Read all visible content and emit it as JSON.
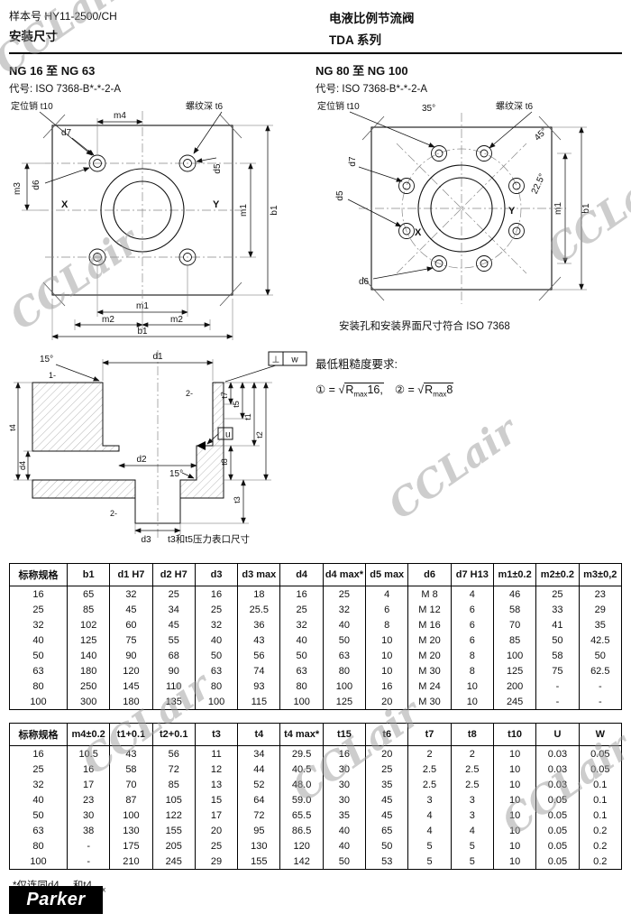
{
  "header": {
    "catalog": "样本号 HY11-2500/CH",
    "page_title": "安装尺寸",
    "product": "电液比例节流阀",
    "series": "TDA 系列"
  },
  "flange_small": {
    "ng_title": "NG 16 至 NG 63",
    "code": "代号: ISO 7368-B*-*-2-A",
    "pin": "定位销 t10",
    "thread": "螺纹深 t6",
    "m4": "m4",
    "d7": "d7",
    "m3": "m3",
    "d6": "d6",
    "d5": "d5",
    "x": "X",
    "y": "Y",
    "m1v": "m1",
    "b1v": "b1",
    "m1h": "m1",
    "m2l": "m2",
    "m2r": "m2",
    "b1h": "b1"
  },
  "flange_large": {
    "ng_title": "NG 80 至 NG 100",
    "code": "代号: ISO 7368-B*-*-2-A",
    "pin": "定位销 t10",
    "thread": "螺纹深 t6",
    "a35": "35°",
    "a45": "45°",
    "a225": "22.5°",
    "d7": "d7",
    "d5": "d5",
    "d6": "d6",
    "x": "X",
    "y": "Y",
    "m1v": "m1",
    "b1v": "b1",
    "iso_note": "安装孔和安装界面尺寸符合 ISO 7368"
  },
  "section": {
    "a15a": "15°",
    "a15b": "15°",
    "d1": "d1",
    "d2": "d2",
    "d3": "d3",
    "d4": "d4",
    "t1": "t1",
    "t2": "t2",
    "t3": "t3",
    "t4": "t4",
    "t5": "t5",
    "t7": "t7",
    "t8": "t8",
    "u": "u",
    "w": "w",
    "perp": "⊥",
    "mark1": "1-",
    "mark2a": "2-",
    "mark2b": "2-",
    "caption": "t3和t5压力表口尺寸"
  },
  "roughness": {
    "title": "最低粗糙度要求:",
    "f1_pre": "① = √",
    "f1_rad": "R",
    "f1_sub": "max",
    "f1_num": "16,",
    "f2_pre": "② = √",
    "f2_rad": "R",
    "f2_sub": "max",
    "f2_num": "8"
  },
  "table1": {
    "headers": [
      "标称规格",
      "b1",
      "d1 H7",
      "d2 H7",
      "d3",
      "d3 max",
      "d4",
      "d4 max*",
      "d5 max",
      "d6",
      "d7 H13",
      "m1±0.2",
      "m2±0.2",
      "m3±0,2"
    ],
    "rows": [
      [
        "16",
        "65",
        "32",
        "25",
        "16",
        "18",
        "16",
        "25",
        "4",
        "M 8",
        "4",
        "46",
        "25",
        "23"
      ],
      [
        "25",
        "85",
        "45",
        "34",
        "25",
        "25.5",
        "25",
        "32",
        "6",
        "M 12",
        "6",
        "58",
        "33",
        "29"
      ],
      [
        "32",
        "102",
        "60",
        "45",
        "32",
        "36",
        "32",
        "40",
        "8",
        "M 16",
        "6",
        "70",
        "41",
        "35"
      ],
      [
        "40",
        "125",
        "75",
        "55",
        "40",
        "43",
        "40",
        "50",
        "10",
        "M 20",
        "6",
        "85",
        "50",
        "42.5"
      ],
      [
        "50",
        "140",
        "90",
        "68",
        "50",
        "56",
        "50",
        "63",
        "10",
        "M 20",
        "8",
        "100",
        "58",
        "50"
      ],
      [
        "63",
        "180",
        "120",
        "90",
        "63",
        "74",
        "63",
        "80",
        "10",
        "M 30",
        "8",
        "125",
        "75",
        "62.5"
      ],
      [
        "80",
        "250",
        "145",
        "110",
        "80",
        "93",
        "80",
        "100",
        "16",
        "M 24",
        "10",
        "200",
        "-",
        "-"
      ],
      [
        "100",
        "300",
        "180",
        "135",
        "100",
        "115",
        "100",
        "125",
        "20",
        "M 30",
        "10",
        "245",
        "-",
        "-"
      ]
    ]
  },
  "table2": {
    "headers": [
      "标称规格",
      "m4±0.2",
      "t1+0.1",
      "t2+0.1",
      "t3",
      "t4",
      "t4 max*",
      "t15",
      "t6",
      "t7",
      "t8",
      "t10",
      "U",
      "W"
    ],
    "rows": [
      [
        "16",
        "10.5",
        "43",
        "56",
        "11",
        "34",
        "29.5",
        "16",
        "20",
        "2",
        "2",
        "10",
        "0.03",
        "0.05"
      ],
      [
        "25",
        "16",
        "58",
        "72",
        "12",
        "44",
        "40.5",
        "30",
        "25",
        "2.5",
        "2.5",
        "10",
        "0.03",
        "0.05"
      ],
      [
        "32",
        "17",
        "70",
        "85",
        "13",
        "52",
        "48.0",
        "30",
        "35",
        "2.5",
        "2.5",
        "10",
        "0.03",
        "0.1"
      ],
      [
        "40",
        "23",
        "87",
        "105",
        "15",
        "64",
        "59.0",
        "30",
        "45",
        "3",
        "3",
        "10",
        "0.05",
        "0.1"
      ],
      [
        "50",
        "30",
        "100",
        "122",
        "17",
        "72",
        "65.5",
        "35",
        "45",
        "4",
        "3",
        "10",
        "0.05",
        "0.1"
      ],
      [
        "63",
        "38",
        "130",
        "155",
        "20",
        "95",
        "86.5",
        "40",
        "65",
        "4",
        "4",
        "10",
        "0.05",
        "0.2"
      ],
      [
        "80",
        "-",
        "175",
        "205",
        "25",
        "130",
        "120",
        "40",
        "50",
        "5",
        "5",
        "10",
        "0.05",
        "0.2"
      ],
      [
        "100",
        "-",
        "210",
        "245",
        "29",
        "155",
        "142",
        "50",
        "53",
        "5",
        "5",
        "10",
        "0.05",
        "0.2"
      ]
    ]
  },
  "footnote": {
    "p1": "*仅连同d4",
    "s1": "max",
    "p2": "和t4",
    "s2": "max"
  },
  "logo": "Parker",
  "watermark": "CCLair"
}
